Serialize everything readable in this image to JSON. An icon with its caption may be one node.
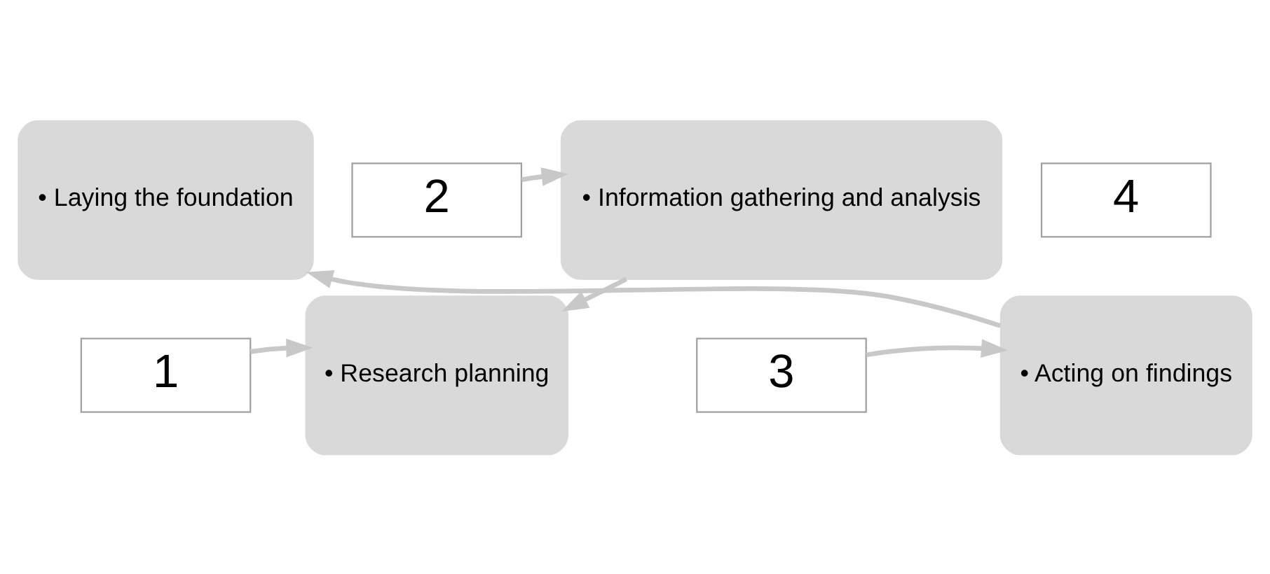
{
  "diagram": {
    "nodes": [
      {
        "text": [
          "• Laying the foundation"
        ]
      },
      {
        "text": [
          "1"
        ]
      },
      {
        "text": [
          "2"
        ]
      },
      {
        "text": [
          "• Research planning"
        ]
      },
      {
        "text": [
          "• Information gathering and analysis"
        ]
      },
      {
        "text": [
          "3"
        ]
      },
      {
        "text": [
          "4"
        ]
      },
      {
        "text": [
          "• Acting on findings"
        ]
      }
    ],
    "edges": [
      {
        "from": 1,
        "to": 3,
        "arrow": "to"
      },
      {
        "from": 4,
        "to": 3,
        "arrow": "to"
      },
      {
        "from": 5,
        "to": 7,
        "arrow": "to"
      },
      {
        "from": 2,
        "to": 4,
        "arrow": "to"
      },
      {
        "from": 7,
        "to": 0,
        "arrow": "to"
      }
    ]
  }
}
